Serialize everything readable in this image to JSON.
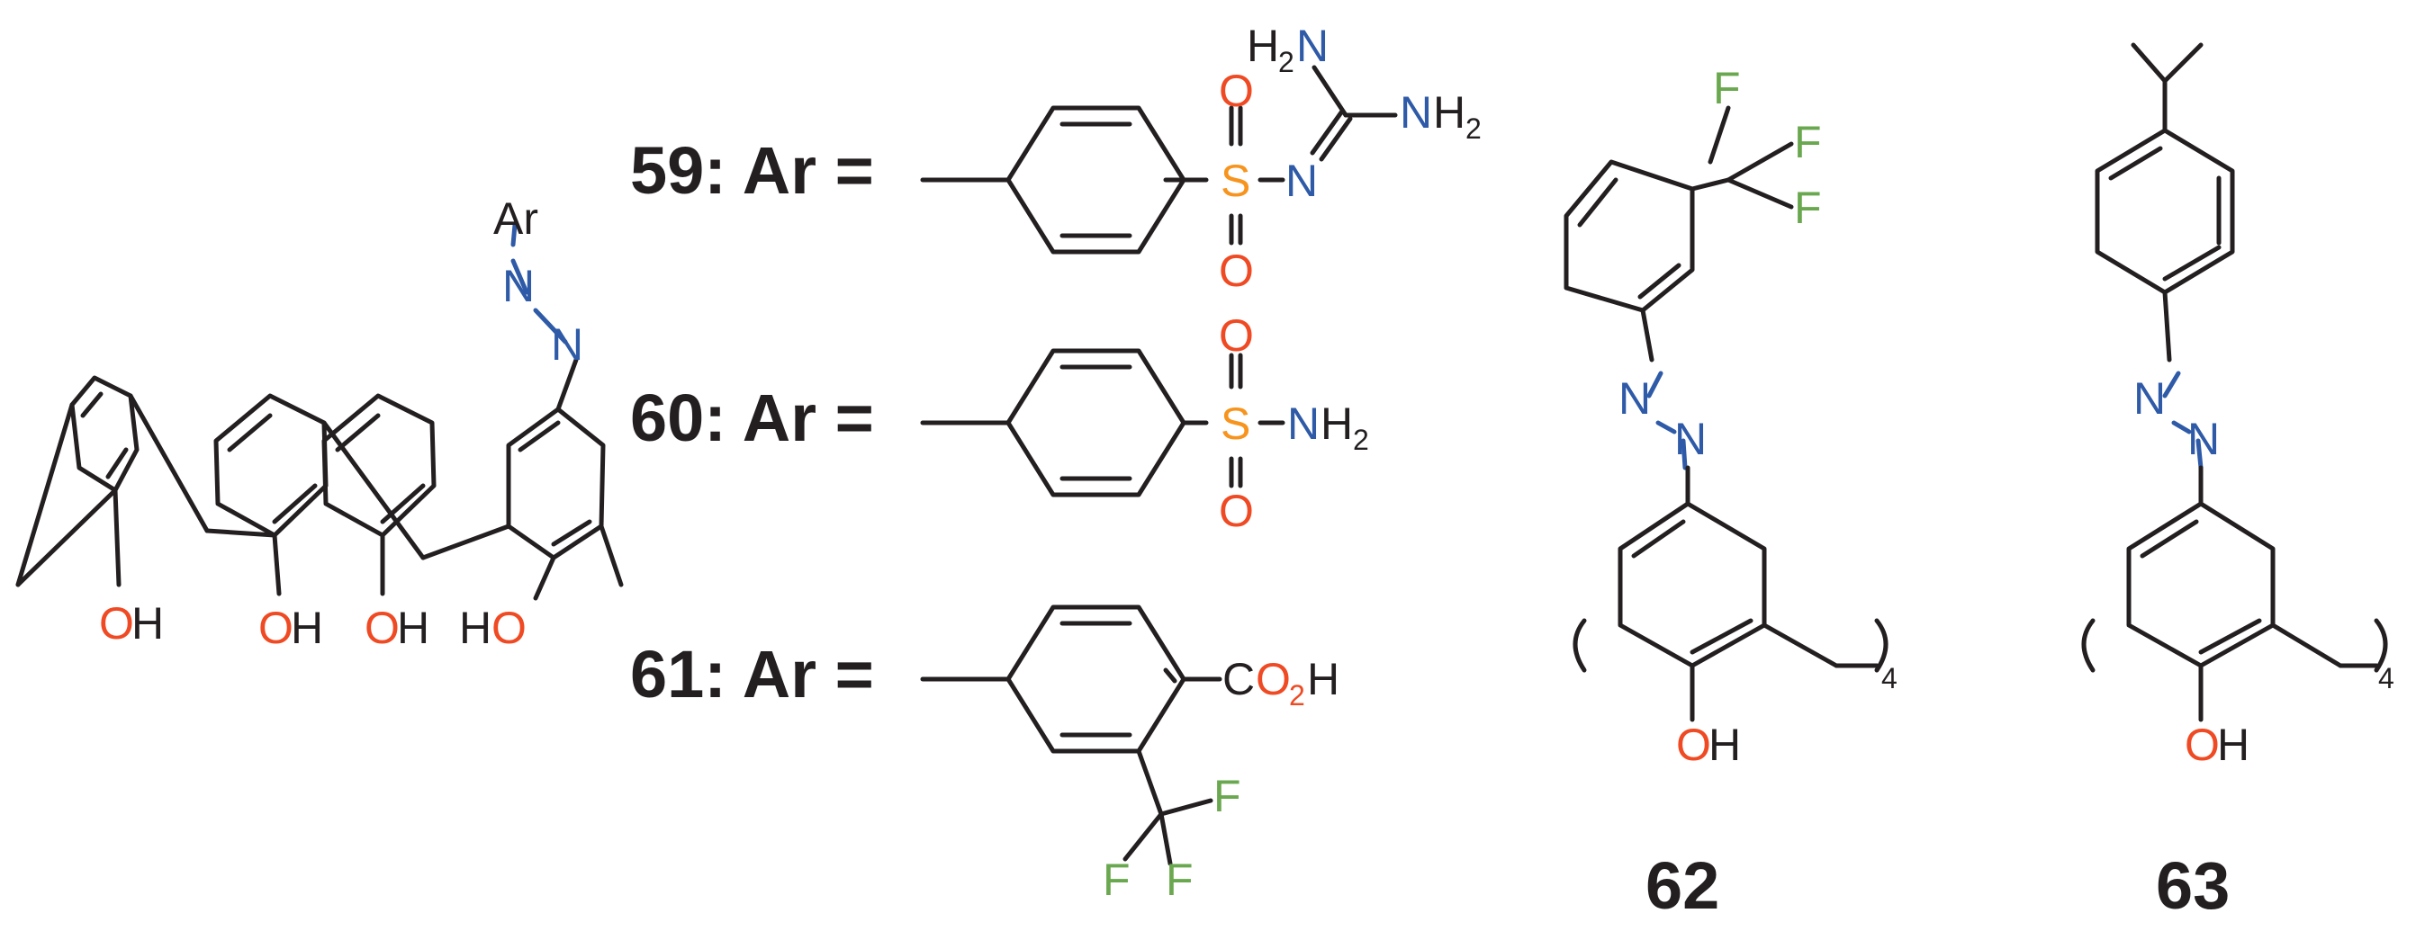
{
  "colors": {
    "ink": "#231f20",
    "oxygen": "#ef4a23",
    "nitrogen": "#2e5aa7",
    "sulfur": "#f7941d",
    "fluorine": "#6aa84f"
  },
  "atoms": {
    "oxygen": "O",
    "nitrogen": "N",
    "sulfur": "S",
    "fluorine": "F",
    "hydrogen": "H",
    "carbon": "C",
    "sub_2": "2",
    "repeat_4": "4"
  },
  "calixarene": {
    "substituent": "Ar"
  },
  "compounds": [
    {
      "label": "59: Ar ="
    },
    {
      "label": "60: Ar ="
    },
    {
      "label": "61: Ar ="
    }
  ],
  "compound_62": {
    "label": "62"
  },
  "compound_63": {
    "label": "63"
  }
}
